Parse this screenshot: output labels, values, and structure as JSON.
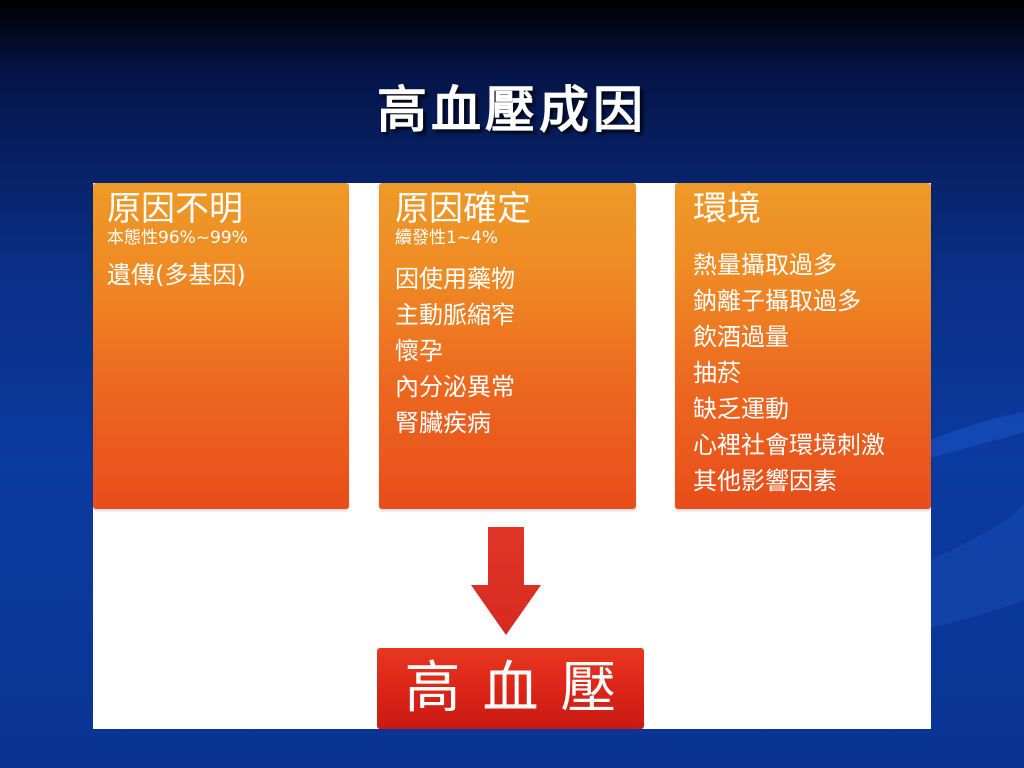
{
  "slide": {
    "title": "高血壓成因"
  },
  "cards": [
    {
      "title": "原因不明",
      "subtitle": "本態性96%~99%",
      "items": [
        "遺傳(多基因)"
      ]
    },
    {
      "title": "原因確定",
      "subtitle": "續發性1~4%",
      "items": [
        "因使用藥物",
        "主動脈縮窄",
        "懷孕",
        "內分泌異常",
        "腎臟疾病"
      ]
    },
    {
      "title": "環境",
      "items": [
        "熱量攝取過多",
        "鈉離子攝取過多",
        "飲酒過量",
        "抽菸",
        "缺乏運動",
        "心裡社會環境刺激",
        "其他影響因素"
      ]
    }
  ],
  "result": {
    "label": "高血壓"
  },
  "colors": {
    "background": "#0a2f86",
    "card_orange_top": "#ee9a28",
    "card_orange_bottom": "#e84d1a",
    "result_red": "#db2418",
    "arrow_red": "#e2352a"
  }
}
